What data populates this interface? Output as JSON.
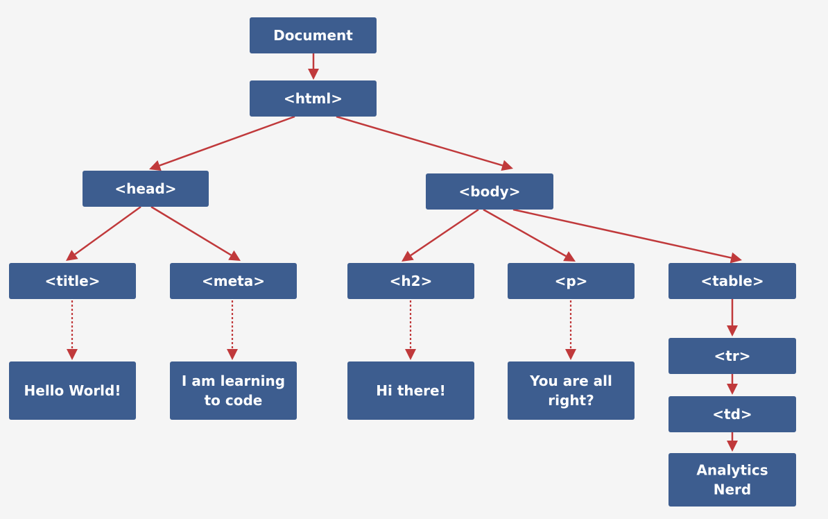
{
  "diagram": {
    "type": "dom-tree",
    "colors": {
      "node_fill": "#3d5d8f",
      "node_text": "#ffffff",
      "edge": "#c0393b",
      "background": "#f5f5f5"
    },
    "nodes": [
      {
        "id": "document",
        "lines": [
          "Document"
        ]
      },
      {
        "id": "html",
        "lines": [
          "<html>"
        ]
      },
      {
        "id": "head",
        "lines": [
          "<head>"
        ]
      },
      {
        "id": "body",
        "lines": [
          "<body>"
        ]
      },
      {
        "id": "title",
        "lines": [
          "<title>"
        ]
      },
      {
        "id": "meta",
        "lines": [
          "<meta>"
        ]
      },
      {
        "id": "h2",
        "lines": [
          "<h2>"
        ]
      },
      {
        "id": "p",
        "lines": [
          "<p>"
        ]
      },
      {
        "id": "table",
        "lines": [
          "<table>"
        ]
      },
      {
        "id": "hello",
        "lines": [
          "Hello World!"
        ]
      },
      {
        "id": "learning",
        "lines": [
          "I am learning",
          "to code"
        ]
      },
      {
        "id": "hithere",
        "lines": [
          "Hi there!"
        ]
      },
      {
        "id": "allright",
        "lines": [
          "You are all",
          "right?"
        ]
      },
      {
        "id": "tr",
        "lines": [
          "<tr>"
        ]
      },
      {
        "id": "td",
        "lines": [
          "<td>"
        ]
      },
      {
        "id": "analytics",
        "lines": [
          "Analytics",
          "Nerd"
        ]
      }
    ],
    "edges": [
      {
        "from": "document",
        "to": "html",
        "style": "solid"
      },
      {
        "from": "html",
        "to": "head",
        "style": "solid"
      },
      {
        "from": "html",
        "to": "body",
        "style": "solid"
      },
      {
        "from": "head",
        "to": "title",
        "style": "solid"
      },
      {
        "from": "head",
        "to": "meta",
        "style": "solid"
      },
      {
        "from": "body",
        "to": "h2",
        "style": "solid"
      },
      {
        "from": "body",
        "to": "p",
        "style": "solid"
      },
      {
        "from": "body",
        "to": "table",
        "style": "solid"
      },
      {
        "from": "title",
        "to": "hello",
        "style": "dashed"
      },
      {
        "from": "meta",
        "to": "learning",
        "style": "dashed"
      },
      {
        "from": "h2",
        "to": "hithere",
        "style": "dashed"
      },
      {
        "from": "p",
        "to": "allright",
        "style": "dashed"
      },
      {
        "from": "table",
        "to": "tr",
        "style": "solid"
      },
      {
        "from": "tr",
        "to": "td",
        "style": "solid"
      },
      {
        "from": "td",
        "to": "analytics",
        "style": "solid"
      }
    ]
  }
}
